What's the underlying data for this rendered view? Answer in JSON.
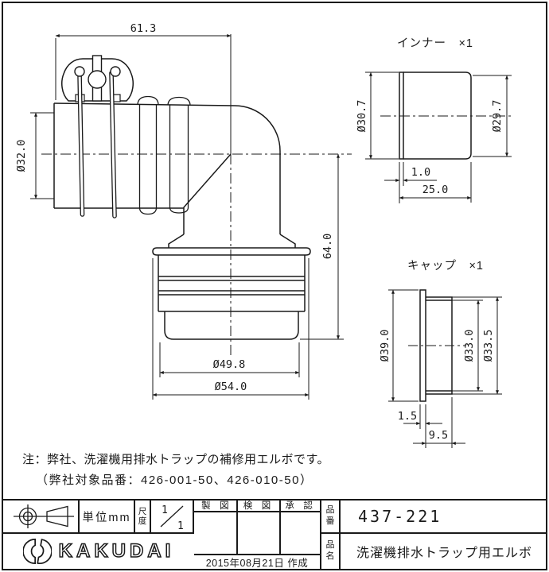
{
  "main_view": {
    "dim_width": "61.3",
    "dim_inlet_dia": "Ø32.0",
    "dim_height": "64.0",
    "dim_cup_dia": "Ø49.8",
    "dim_flange_dia": "Ø54.0"
  },
  "inner_view": {
    "title": "インナー　×1",
    "dim_outer_dia": "Ø30.7",
    "dim_inner_dia": "Ø29.7",
    "dim_flange_thk": "1.0",
    "dim_length": "25.0"
  },
  "cap_view": {
    "title": "キャップ　×1",
    "dim_flange_dia": "Ø39.0",
    "dim_inner_dia": "Ø33.0",
    "dim_outer_dia": "Ø33.5",
    "dim_flange_thk": "1.5",
    "dim_depth": "9.5"
  },
  "note": {
    "line1": "注：弊社、洗濯機用排水トラップの補修用エルボです。",
    "line2": "（弊社対象品番：426-001-50、426-010-50）"
  },
  "title_block": {
    "unit_label": "単位mm",
    "scale_label": "尺度",
    "scale_num": "1",
    "scale_den": "1",
    "col_draft": "製　図",
    "col_check": "検　図",
    "col_approve": "承　認",
    "date": "2015年08月21日 作成",
    "part_no_label": "品番",
    "part_no": "437-221",
    "part_name_label": "品名",
    "part_name": "洗濯機排水トラップ用エルボ",
    "brand": "KAKUDAI"
  }
}
